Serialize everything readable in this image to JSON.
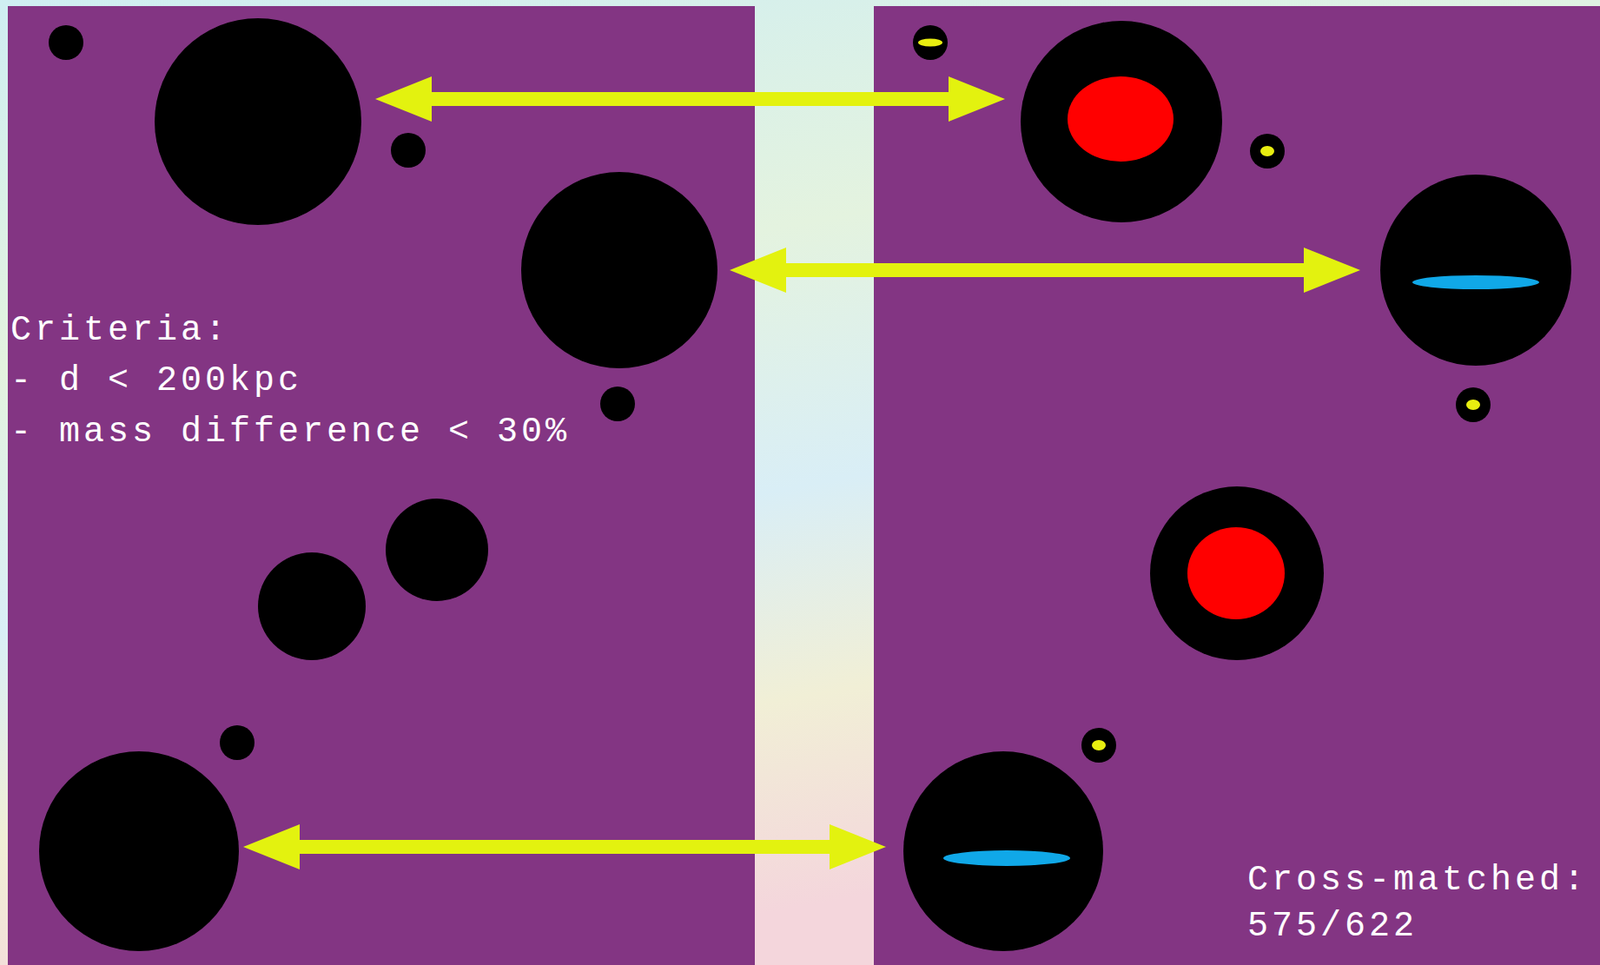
{
  "diagram": {
    "labels": [
      "Criteria:",
      "- d < 200kpc",
      "- mass difference < 30%",
      "Cross-matched:",
      "575/622"
    ]
  }
}
